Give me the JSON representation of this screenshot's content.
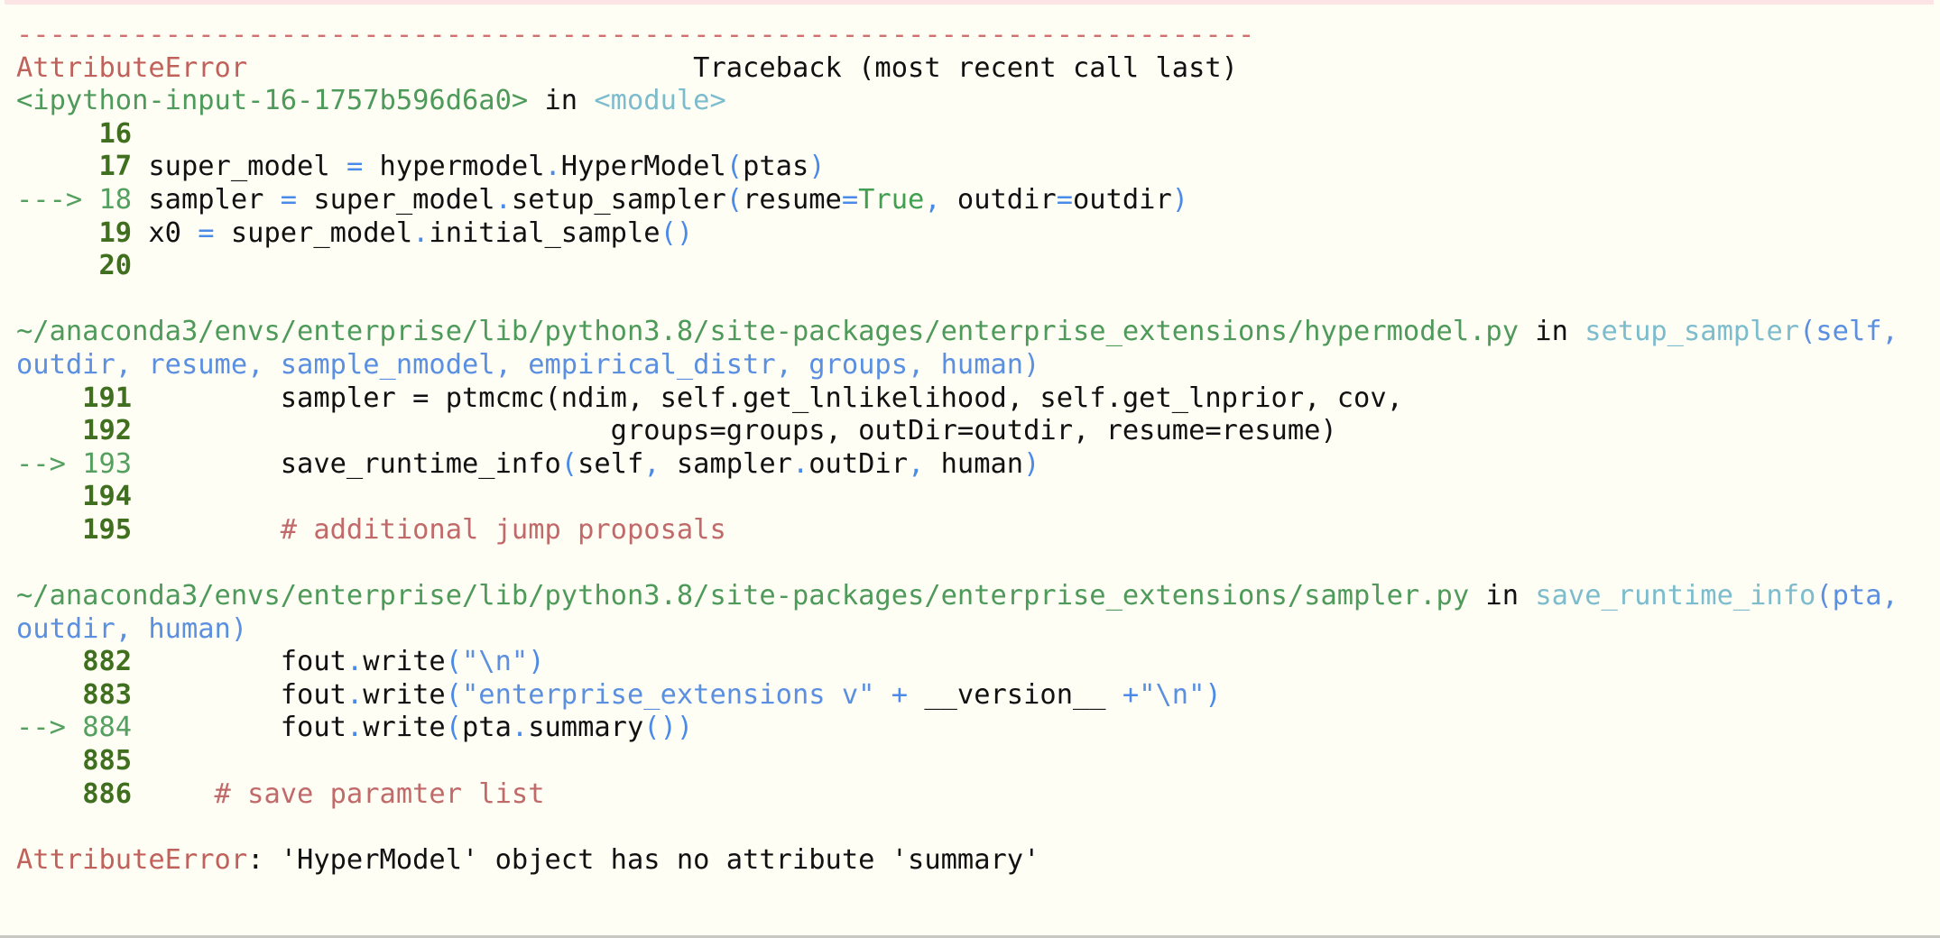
{
  "colors": {
    "background": "#fffef5",
    "error_red": "#c0625c",
    "file_green": "#4e9a5a",
    "function_cyan": "#7cbccc",
    "line_number_green": "#3f6f1f",
    "operator_blue": "#4a8ae8",
    "comment": "#c06a6a",
    "top_band": "#fde4e4"
  },
  "traceback": {
    "separator": "---------------------------------------------------------------------------",
    "header": {
      "error_type": "AttributeError",
      "gap": "                           ",
      "title": "Traceback (most recent call last)"
    },
    "frame1": {
      "file": "<ipython-input-16-1757b596d6a0>",
      "in": " in ",
      "func": "<module>",
      "lines": [
        {
          "prefix": "     ",
          "no": "16",
          "code": ""
        },
        {
          "prefix": "     ",
          "no": "17",
          "code_parts": [
            "super_model ",
            "=",
            " hypermodel",
            ".",
            "HyperModel",
            "(",
            "ptas",
            ")"
          ]
        },
        {
          "prefix": "---> ",
          "no": "18",
          "code_parts": [
            "sampler ",
            "=",
            " super_model",
            ".",
            "setup_sampler",
            "(",
            "resume",
            "=",
            "True",
            ",",
            " outdir",
            "=",
            "outdir",
            ")"
          ]
        },
        {
          "prefix": "     ",
          "no": "19",
          "code_parts": [
            "x0 ",
            "=",
            " super_model",
            ".",
            "initial_sample",
            "()"
          ]
        },
        {
          "prefix": "     ",
          "no": "20",
          "code": ""
        }
      ]
    },
    "frame2": {
      "file": "~/anaconda3/envs/enterprise/lib/python3.8/site-packages/enterprise_extensions/hypermodel.py",
      "in": " in ",
      "func": "setup_sampler",
      "args_line1": "(self,",
      "args_line2": "outdir, resume, sample_nmodel, empirical_distr, groups, human)",
      "lines": [
        {
          "prefix": "    ",
          "no": "191",
          "code": "         sampler = ptmcmc(ndim, self.get_lnlikelihood, self.get_lnprior, cov,"
        },
        {
          "prefix": "    ",
          "no": "192",
          "code": "                             groups=groups, outDir=outdir, resume=resume)"
        },
        {
          "prefix": "--> ",
          "no": "193",
          "code_parts": [
            "         save_runtime_info",
            "(",
            "self",
            ",",
            " sampler",
            ".",
            "outDir",
            ",",
            " human",
            ")"
          ]
        },
        {
          "prefix": "    ",
          "no": "194",
          "code": ""
        },
        {
          "prefix": "    ",
          "no": "195",
          "code": "         # additional jump proposals"
        }
      ]
    },
    "frame3": {
      "file": "~/anaconda3/envs/enterprise/lib/python3.8/site-packages/enterprise_extensions/sampler.py",
      "in": " in ",
      "func": "save_runtime_info",
      "args_line1": "(pta,",
      "args_line2": "outdir, human)",
      "lines": [
        {
          "prefix": "    ",
          "no": "882",
          "code_parts": [
            "         fout",
            ".",
            "write",
            "(",
            "\"\\n\"",
            ")"
          ]
        },
        {
          "prefix": "    ",
          "no": "883",
          "code_parts": [
            "         fout",
            ".",
            "write",
            "(",
            "\"enterprise_extensions v\"",
            " +",
            " __version__ ",
            "+",
            "\"\\n\"",
            ")"
          ]
        },
        {
          "prefix": "--> ",
          "no": "884",
          "code_parts": [
            "         fout",
            ".",
            "write",
            "(",
            "pta",
            ".",
            "summary",
            "())"
          ]
        },
        {
          "prefix": "    ",
          "no": "885",
          "code": ""
        },
        {
          "prefix": "    ",
          "no": "886",
          "code": "     # save paramter list"
        }
      ]
    },
    "final": {
      "error_type": "AttributeError",
      "message": ": 'HyperModel' object has no attribute 'summary'"
    }
  }
}
